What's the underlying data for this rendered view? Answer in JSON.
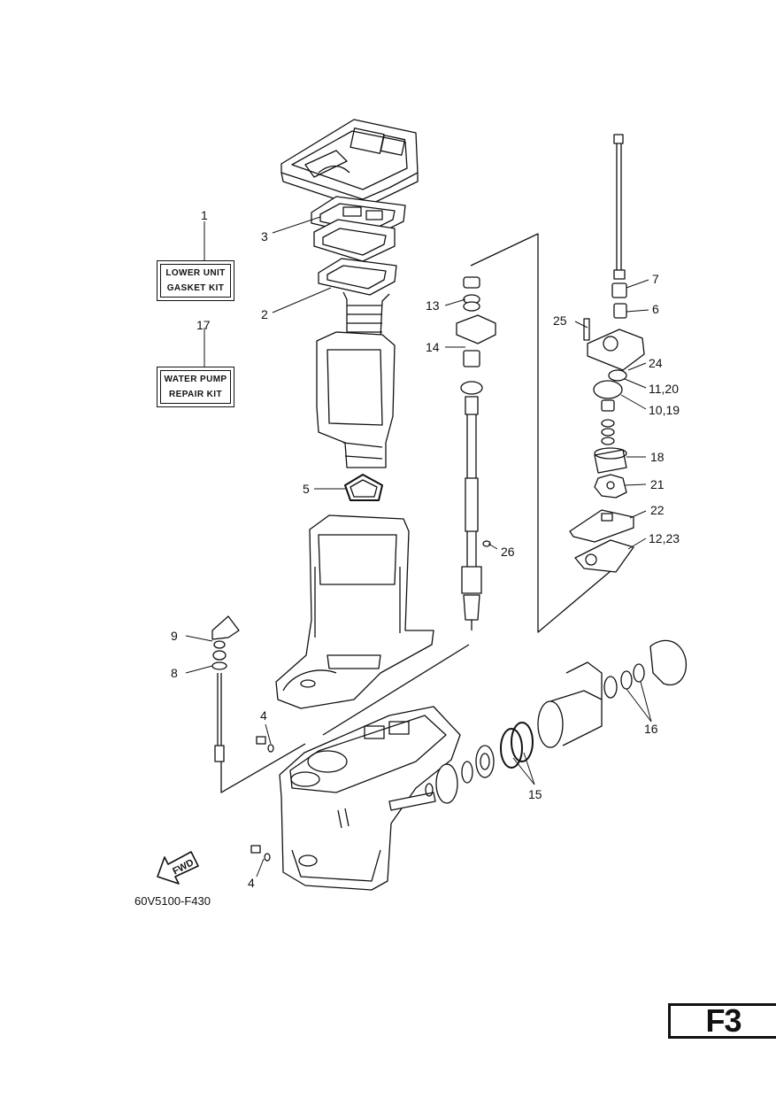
{
  "kits": {
    "gasket": {
      "number": "1",
      "line1": "LOWER UNIT",
      "line2": "GASKET KIT"
    },
    "pump": {
      "number": "17",
      "line1": "WATER PUMP",
      "line2": "REPAIR KIT"
    }
  },
  "callouts": {
    "c2": "2",
    "c3": "3",
    "c4a": "4",
    "c4b": "4",
    "c5": "5",
    "c6": "6",
    "c7": "7",
    "c8": "8",
    "c9": "9",
    "c10_19": "10,19",
    "c11_20": "11,20",
    "c12_23": "12,23",
    "c13": "13",
    "c14": "14",
    "c15": "15",
    "c16": "16",
    "c18": "18",
    "c21": "21",
    "c22": "22",
    "c24": "24",
    "c25": "25",
    "c26": "26"
  },
  "figure_code": "60V5100-F430",
  "page_badge": "F3",
  "fwd_label": "FWD"
}
